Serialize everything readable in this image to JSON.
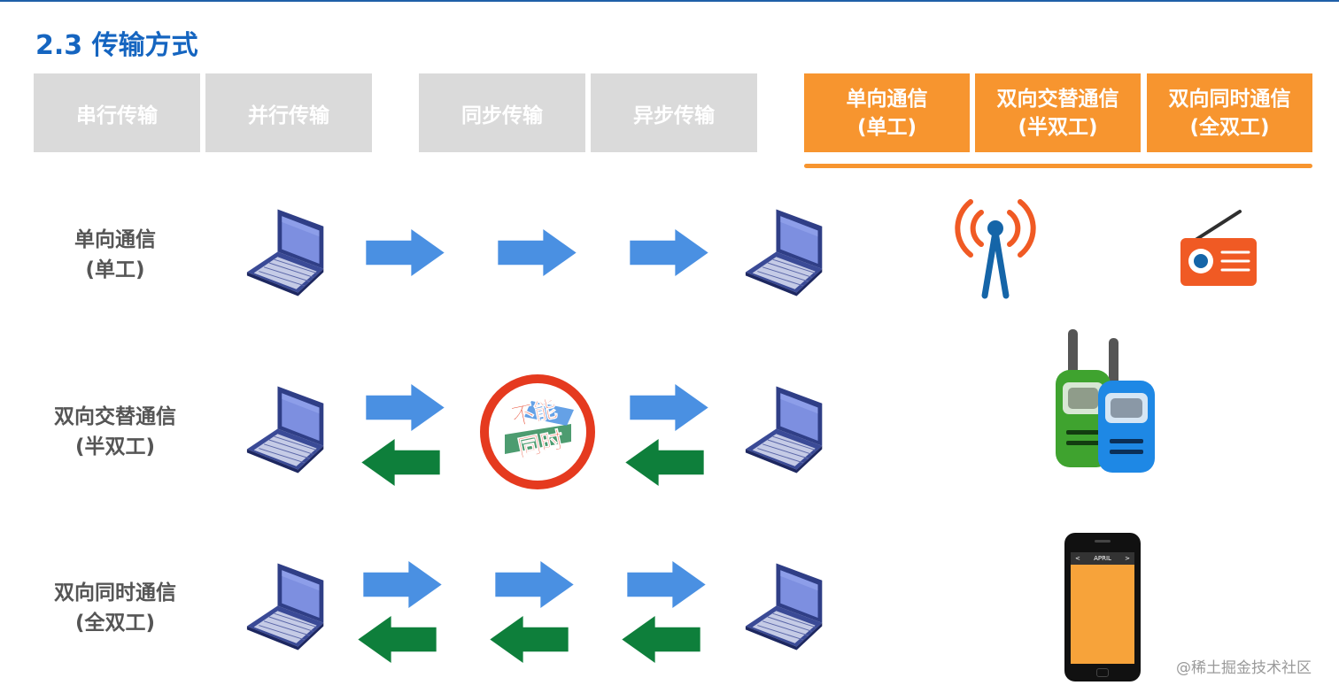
{
  "slide_title": "2.3 传输方式",
  "gray_tabs": [
    {
      "label": "串行传输"
    },
    {
      "label": "并行传输"
    },
    {
      "label": "同步传输"
    },
    {
      "label": "异步传输"
    }
  ],
  "orange_tabs": [
    {
      "line1": "单向通信",
      "line2": "(单工)"
    },
    {
      "line1": "双向交替通信",
      "line2": "(半双工)"
    },
    {
      "line1": "双向同时通信",
      "line2": "(全双工)"
    }
  ],
  "rows": [
    {
      "line1": "单向通信",
      "line2": "(单工)"
    },
    {
      "line1": "双向交替通信",
      "line2": "(半双工)"
    },
    {
      "line1": "双向同时通信",
      "line2": "(全双工)"
    }
  ],
  "no_sign": {
    "line1": "不能",
    "line2": "同时"
  },
  "phone": {
    "month": "APRIL",
    "prev": "<",
    "next": ">"
  },
  "watermark": "@稀土掘金技术社区",
  "colors": {
    "title": "#1565c0",
    "gray_tab": "#dadada",
    "orange_tab": "#f7952f",
    "arrow_right": "#4a90e2",
    "arrow_left": "#0e7f3b",
    "laptop": "#2f3e86"
  }
}
